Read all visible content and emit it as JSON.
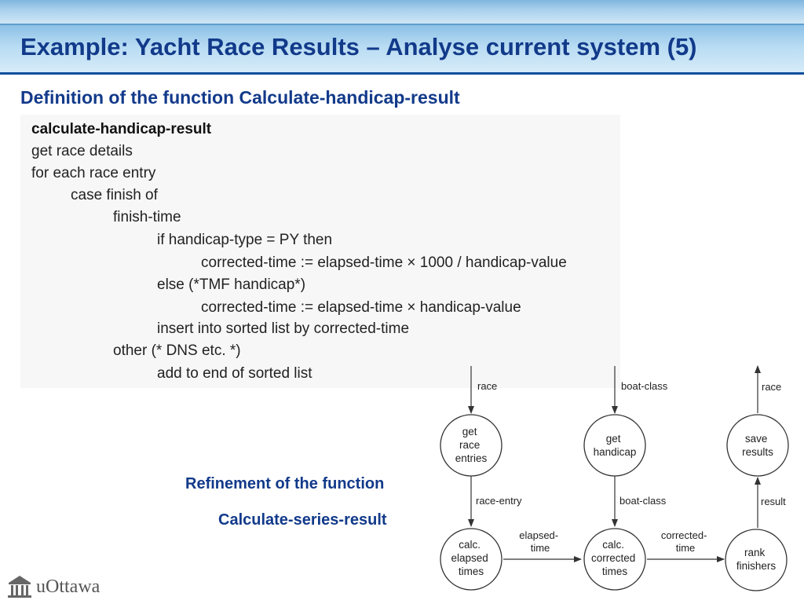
{
  "slide": {
    "title": "Example: Yacht Race Results – Analyse current system (5)",
    "subtitle": "Definition of the function Calculate-handicap-result"
  },
  "code": {
    "lines": [
      "calculate-handicap-result",
      "get race details",
      "for each race entry",
      "case finish of",
      "finish-time",
      "if handicap-type = PY then",
      "corrected-time := elapsed-time × 1000 / handicap-value",
      "else (*TMF handicap*)",
      "corrected-time := elapsed-time × handicap-value",
      "insert into sorted list by corrected-time",
      "other (* DNS etc. *)",
      "add to end of sorted list"
    ]
  },
  "refinement": {
    "line1": "Refinement of the function",
    "line2": "Calculate-series-result"
  },
  "diagram": {
    "nodes": {
      "get_race_entries": [
        "get",
        "race",
        "entries"
      ],
      "get_handicap": [
        "get",
        "handicap"
      ],
      "save_results": [
        "save",
        "results"
      ],
      "calc_elapsed_times": [
        "calc.",
        "elapsed",
        "times"
      ],
      "calc_corrected_times": [
        "calc.",
        "corrected",
        "times"
      ],
      "rank_finishers": [
        "rank",
        "finishers"
      ]
    },
    "flows": {
      "race_in": "race",
      "boat_class_in": "boat-class",
      "race_out": "race",
      "race_entry": "race-entry",
      "boat_class": "boat-class",
      "result": "result",
      "elapsed_time": [
        "elapsed-",
        "time"
      ],
      "corrected_time": [
        "corrected-",
        "time"
      ]
    }
  },
  "footer": {
    "logo_text": "uOttawa"
  }
}
